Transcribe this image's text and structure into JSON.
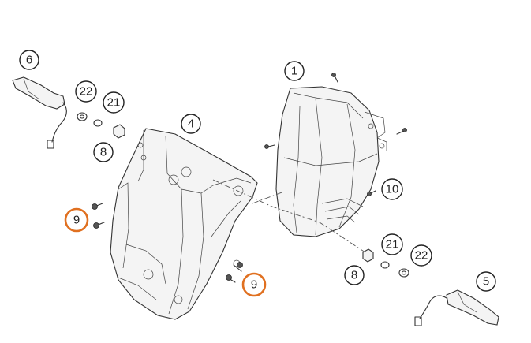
{
  "callouts": [
    {
      "id": "c1",
      "label": "1",
      "highlight": false
    },
    {
      "id": "c4",
      "label": "4",
      "highlight": false
    },
    {
      "id": "c5",
      "label": "5",
      "highlight": false
    },
    {
      "id": "c6",
      "label": "6",
      "highlight": false
    },
    {
      "id": "c8a",
      "label": "8",
      "highlight": false
    },
    {
      "id": "c8b",
      "label": "8",
      "highlight": false
    },
    {
      "id": "c9a",
      "label": "9",
      "highlight": true
    },
    {
      "id": "c9b",
      "label": "9",
      "highlight": true
    },
    {
      "id": "c10",
      "label": "10",
      "highlight": false
    },
    {
      "id": "c21a",
      "label": "21",
      "highlight": false
    },
    {
      "id": "c21b",
      "label": "21",
      "highlight": false
    },
    {
      "id": "c22a",
      "label": "22",
      "highlight": false
    },
    {
      "id": "c22b",
      "label": "22",
      "highlight": false
    }
  ],
  "colors": {
    "highlight": "#e07020",
    "line": "#333333"
  }
}
